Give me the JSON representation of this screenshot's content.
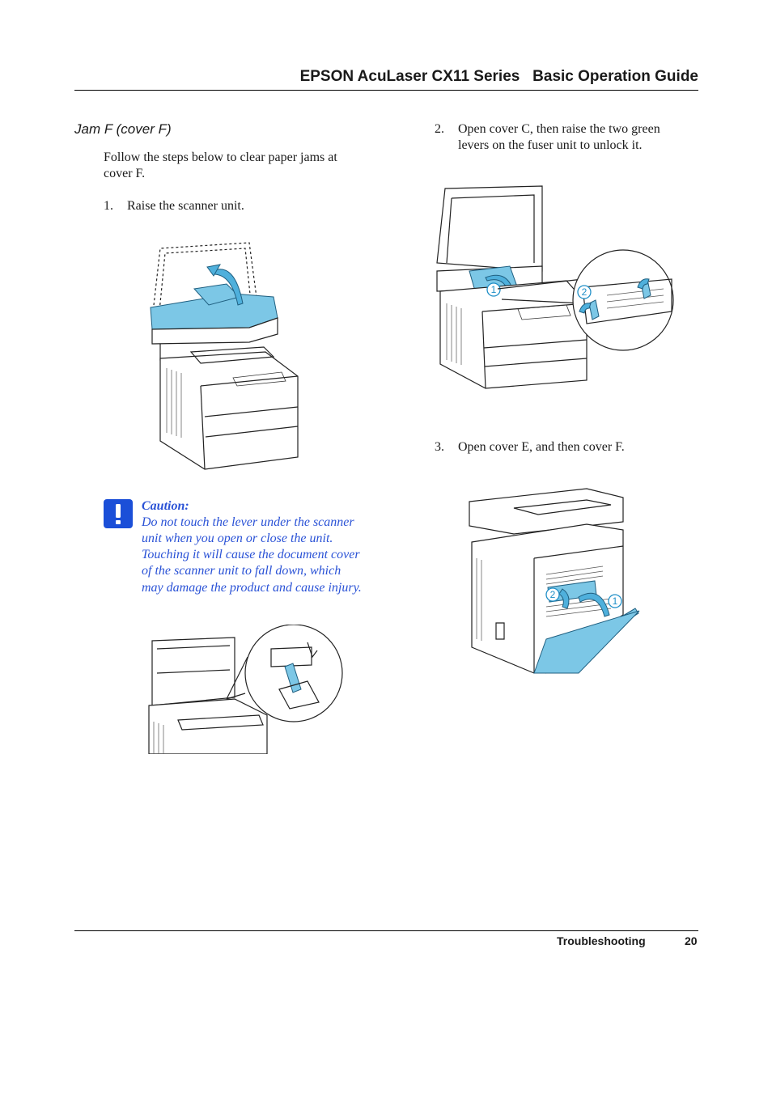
{
  "header": {
    "title": "EPSON AcuLaser CX11 Series   Basic Operation Guide"
  },
  "section": {
    "title": "Jam F (cover F)"
  },
  "intro": {
    "text_line1": "Follow the steps below to clear paper jams at",
    "text_line2": "cover F."
  },
  "steps": [
    {
      "number": "1.",
      "line1": "Raise the scanner unit.",
      "line2": ""
    },
    {
      "number": "2.",
      "line1": "Open cover C, then raise the two green",
      "line2": "levers on the fuser unit to unlock it."
    },
    {
      "number": "3.",
      "line1": "Open cover E, and then cover F.",
      "line2": ""
    }
  ],
  "caution": {
    "title": "Caution:",
    "lines": [
      "Do not touch the lever under the scanner",
      "unit when you open or close the unit.",
      "Touching it will cause the document cover",
      "of the scanner unit to fall down, which",
      "may damage the product and cause injury."
    ]
  },
  "callouts": {
    "one": "1",
    "two": "2"
  },
  "icons": {
    "caution": "caution-exclamation-icon"
  },
  "colors": {
    "accent_blue": "#7cc7e6",
    "caution_text": "#2a52d6",
    "caution_icon": "#1b4fd8"
  },
  "footer": {
    "section": "Troubleshooting",
    "page": "20"
  }
}
